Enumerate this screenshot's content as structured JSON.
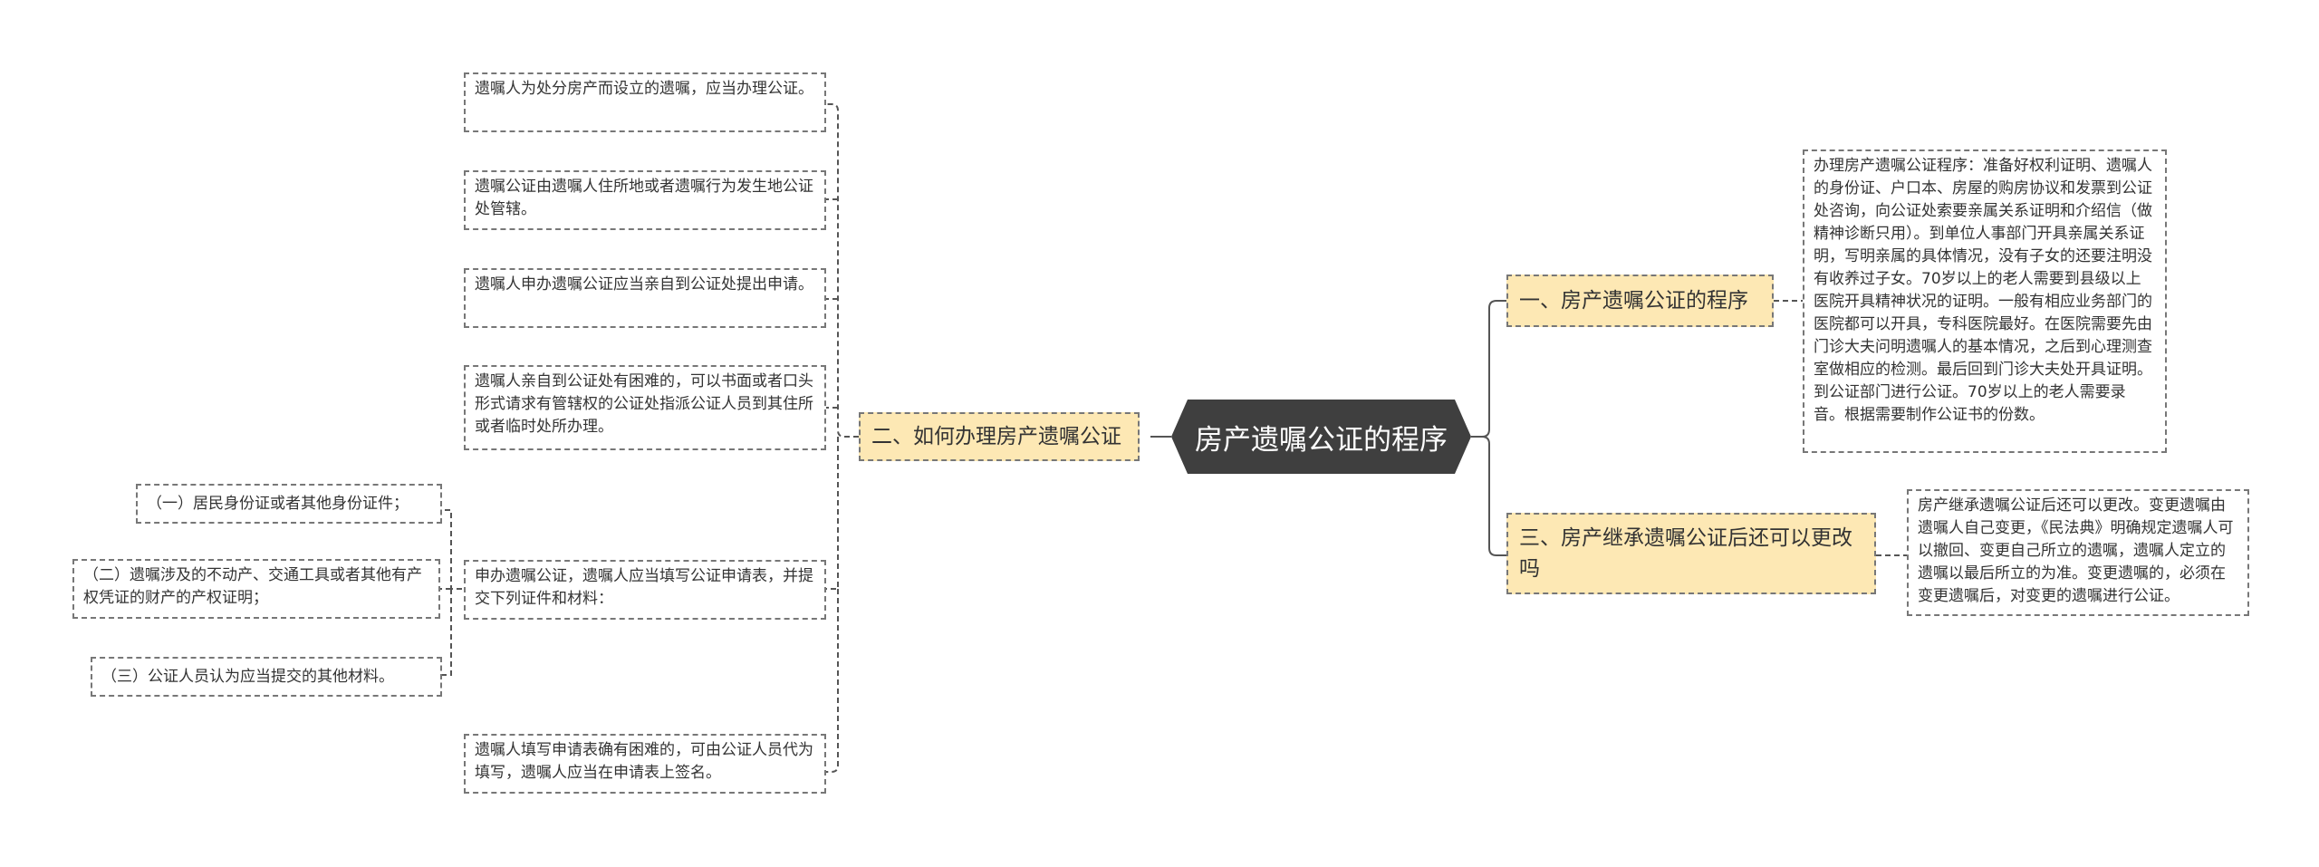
{
  "root": {
    "label": "房产遗嘱公证的程序"
  },
  "branches": {
    "procedure": {
      "label": "一、房产遗嘱公证的程序",
      "detail": "办理房产遗嘱公证程序：准备好权利证明、遗嘱人的身份证、户口本、房屋的购房协议和发票到公证处咨询，向公证处索要亲属关系证明和介绍信（做精神诊断只用）。到单位人事部门开具亲属关系证明，写明亲属的具体情况，没有子女的还要注明没有收养过子女。70岁以上的老人需要到县级以上医院开具精神状况的证明。一般有相应业务部门的医院都可以开具，专科医院最好。在医院需要先由门诊大夫问明遗嘱人的基本情况，之后到心理测查室做相应的检测。最后回到门诊大夫处开具证明。到公证部门进行公证。70岁以上的老人需要录音。根据需要制作公证书的份数。"
    },
    "change": {
      "label": "三、房产继承遗嘱公证后还可以更改吗",
      "detail": "房产继承遗嘱公证后还可以更改。变更遗嘱由遗嘱人自己变更，《民法典》明确规定遗嘱人可以撤回、变更自己所立的遗嘱，遗嘱人定立的遗嘱以最后所立的为准。变更遗嘱的，必须在变更遗嘱后，对变更的遗嘱进行公证。"
    },
    "how": {
      "label": "二、如何办理房产遗嘱公证",
      "items": [
        "遗嘱人为处分房产而设立的遗嘱，应当办理公证。",
        "遗嘱公证由遗嘱人住所地或者遗嘱行为发生地公证处管辖。",
        "遗嘱人申办遗嘱公证应当亲自到公证处提出申请。",
        "遗嘱人亲自到公证处有困难的，可以书面或者口头形式请求有管辖权的公证处指派公证人员到其住所或者临时处所办理。",
        "申办遗嘱公证，遗嘱人应当填写公证申请表，并提交下列证件和材料：",
        "遗嘱人填写申请表确有困难的，可由公证人员代为填写，遗嘱人应当在申请表上签名。"
      ],
      "materials": [
        "（一）居民身份证或者其他身份证件；",
        "（二）遗嘱涉及的不动产、交通工具或者其他有产权凭证的财产的产权证明；",
        "（三）公证人员认为应当提交的其他材料。"
      ]
    }
  },
  "colors": {
    "root_bg": "#3f3f3f",
    "branch_bg": "#fde8b4",
    "leaf_bg": "#ffffff",
    "line": "#555555",
    "dashed_border": "#777777"
  }
}
